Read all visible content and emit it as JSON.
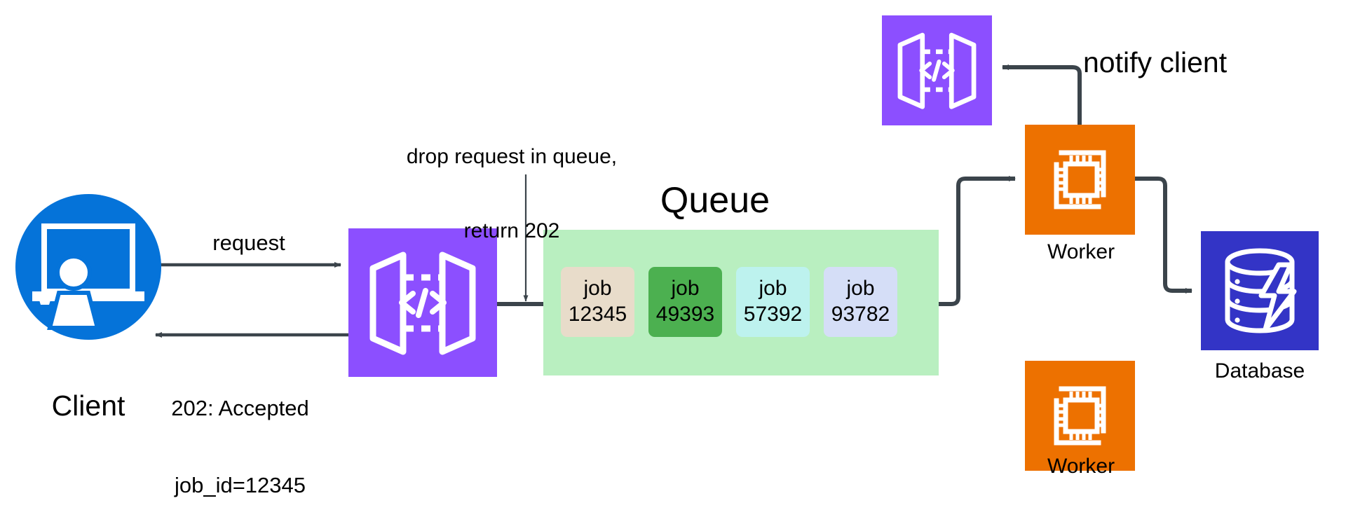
{
  "diagram": {
    "title": "Async job queue architecture",
    "background": "#ffffff",
    "arrow_color": "#3B444B"
  },
  "client": {
    "label": "Client",
    "icon": "client-laptop-icon",
    "color": "#0573D9"
  },
  "gateway_left": {
    "icon": "api-gateway-icon",
    "color": "#8C4FFF"
  },
  "gateway_right": {
    "icon": "api-gateway-icon",
    "color": "#8C4FFF"
  },
  "queue": {
    "title": "Queue",
    "color": "#B9EFC0",
    "jobs": [
      {
        "word": "job",
        "id": "12345",
        "color": "#E8DCCA"
      },
      {
        "word": "job",
        "id": "49393",
        "color": "#4CB050"
      },
      {
        "word": "job",
        "id": "57392",
        "color": "#BDF2EE"
      },
      {
        "word": "job",
        "id": "93782",
        "color": "#D5DEF7"
      }
    ]
  },
  "workers": [
    {
      "label": "Worker",
      "icon": "cpu-chip-icon",
      "color": "#ED7100"
    },
    {
      "label": "Worker",
      "icon": "cpu-chip-icon",
      "color": "#ED7100"
    }
  ],
  "database": {
    "label": "Database",
    "icon": "database-lightning-icon",
    "color": "#3334C6"
  },
  "edges": {
    "request": "request",
    "accepted_line1": "202: Accepted",
    "accepted_line2": "job_id=12345",
    "drop_line1": "drop request in queue,",
    "drop_line2": "return 202",
    "notify": "notify client"
  }
}
